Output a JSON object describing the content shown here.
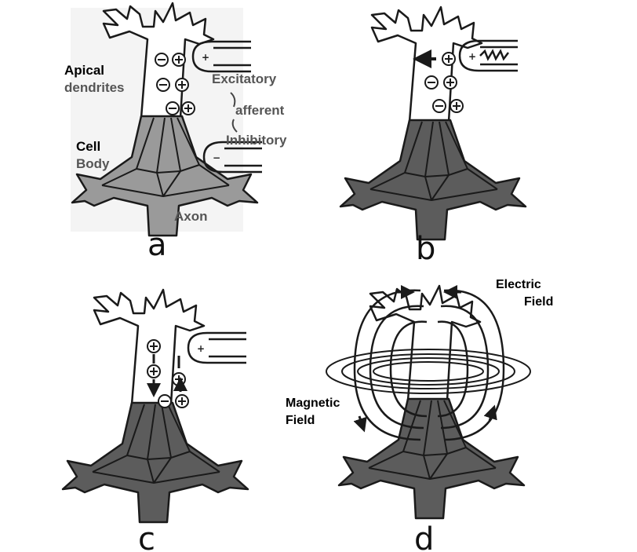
{
  "panels": {
    "a": {
      "letter": "a",
      "labels": {
        "apical_1": "Apical",
        "apical_2": "dendrites",
        "cell_1": "Cell",
        "cell_2": "Body",
        "excitatory": "Excitatory",
        "afferent": "afferent",
        "inhibitory": "Inhibitory",
        "axon": "Axon"
      }
    },
    "b": {
      "letter": "b"
    },
    "c": {
      "letter": "c"
    },
    "d": {
      "letter": "d",
      "labels": {
        "electric_1": "Electric",
        "electric_2": "Field",
        "magnetic_1": "Magnetic",
        "magnetic_2": "Field"
      }
    }
  },
  "signs": {
    "plus": "+",
    "minus": "−"
  },
  "colors": {
    "soma_light": "#9a9a9a",
    "soma_dark": "#5c5c5c",
    "outline": "#1a1a1a",
    "dendrite_fill": "#ffffff",
    "panel_a_bg": "#f4f4f4"
  }
}
